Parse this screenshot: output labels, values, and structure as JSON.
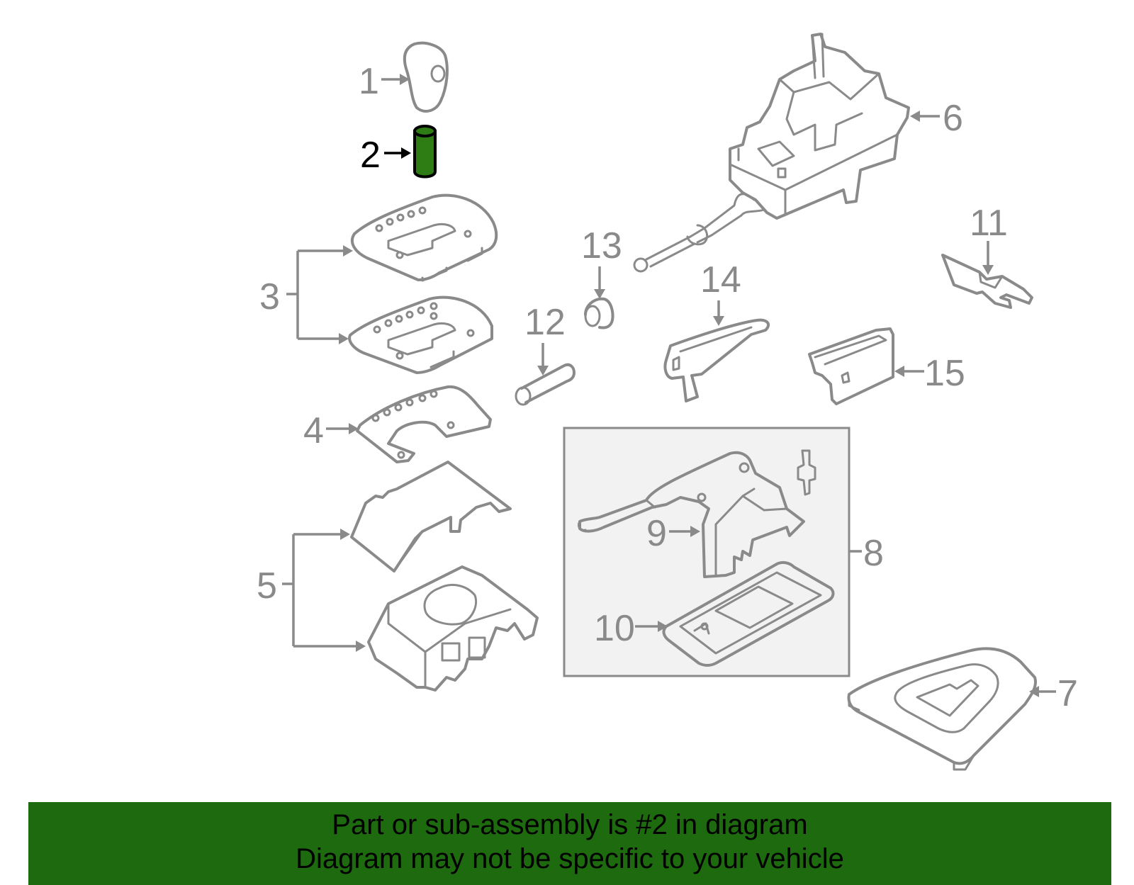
{
  "callouts": {
    "c1": "1",
    "c2": "2",
    "c3": "3",
    "c4": "4",
    "c5": "5",
    "c6": "6",
    "c7": "7",
    "c8": "8",
    "c9": "9",
    "c10": "10",
    "c11": "11",
    "c12": "12",
    "c13": "13",
    "c14": "14",
    "c15": "15"
  },
  "highlighted_part": "2",
  "colors": {
    "highlight_part": "#2e7d14",
    "banner_background": "#1d6a0f",
    "line_gray": "#8a8a8a"
  },
  "banner": {
    "line1": "Part or sub-assembly is #2 in diagram",
    "line2": "Diagram may not be specific to your vehicle"
  }
}
